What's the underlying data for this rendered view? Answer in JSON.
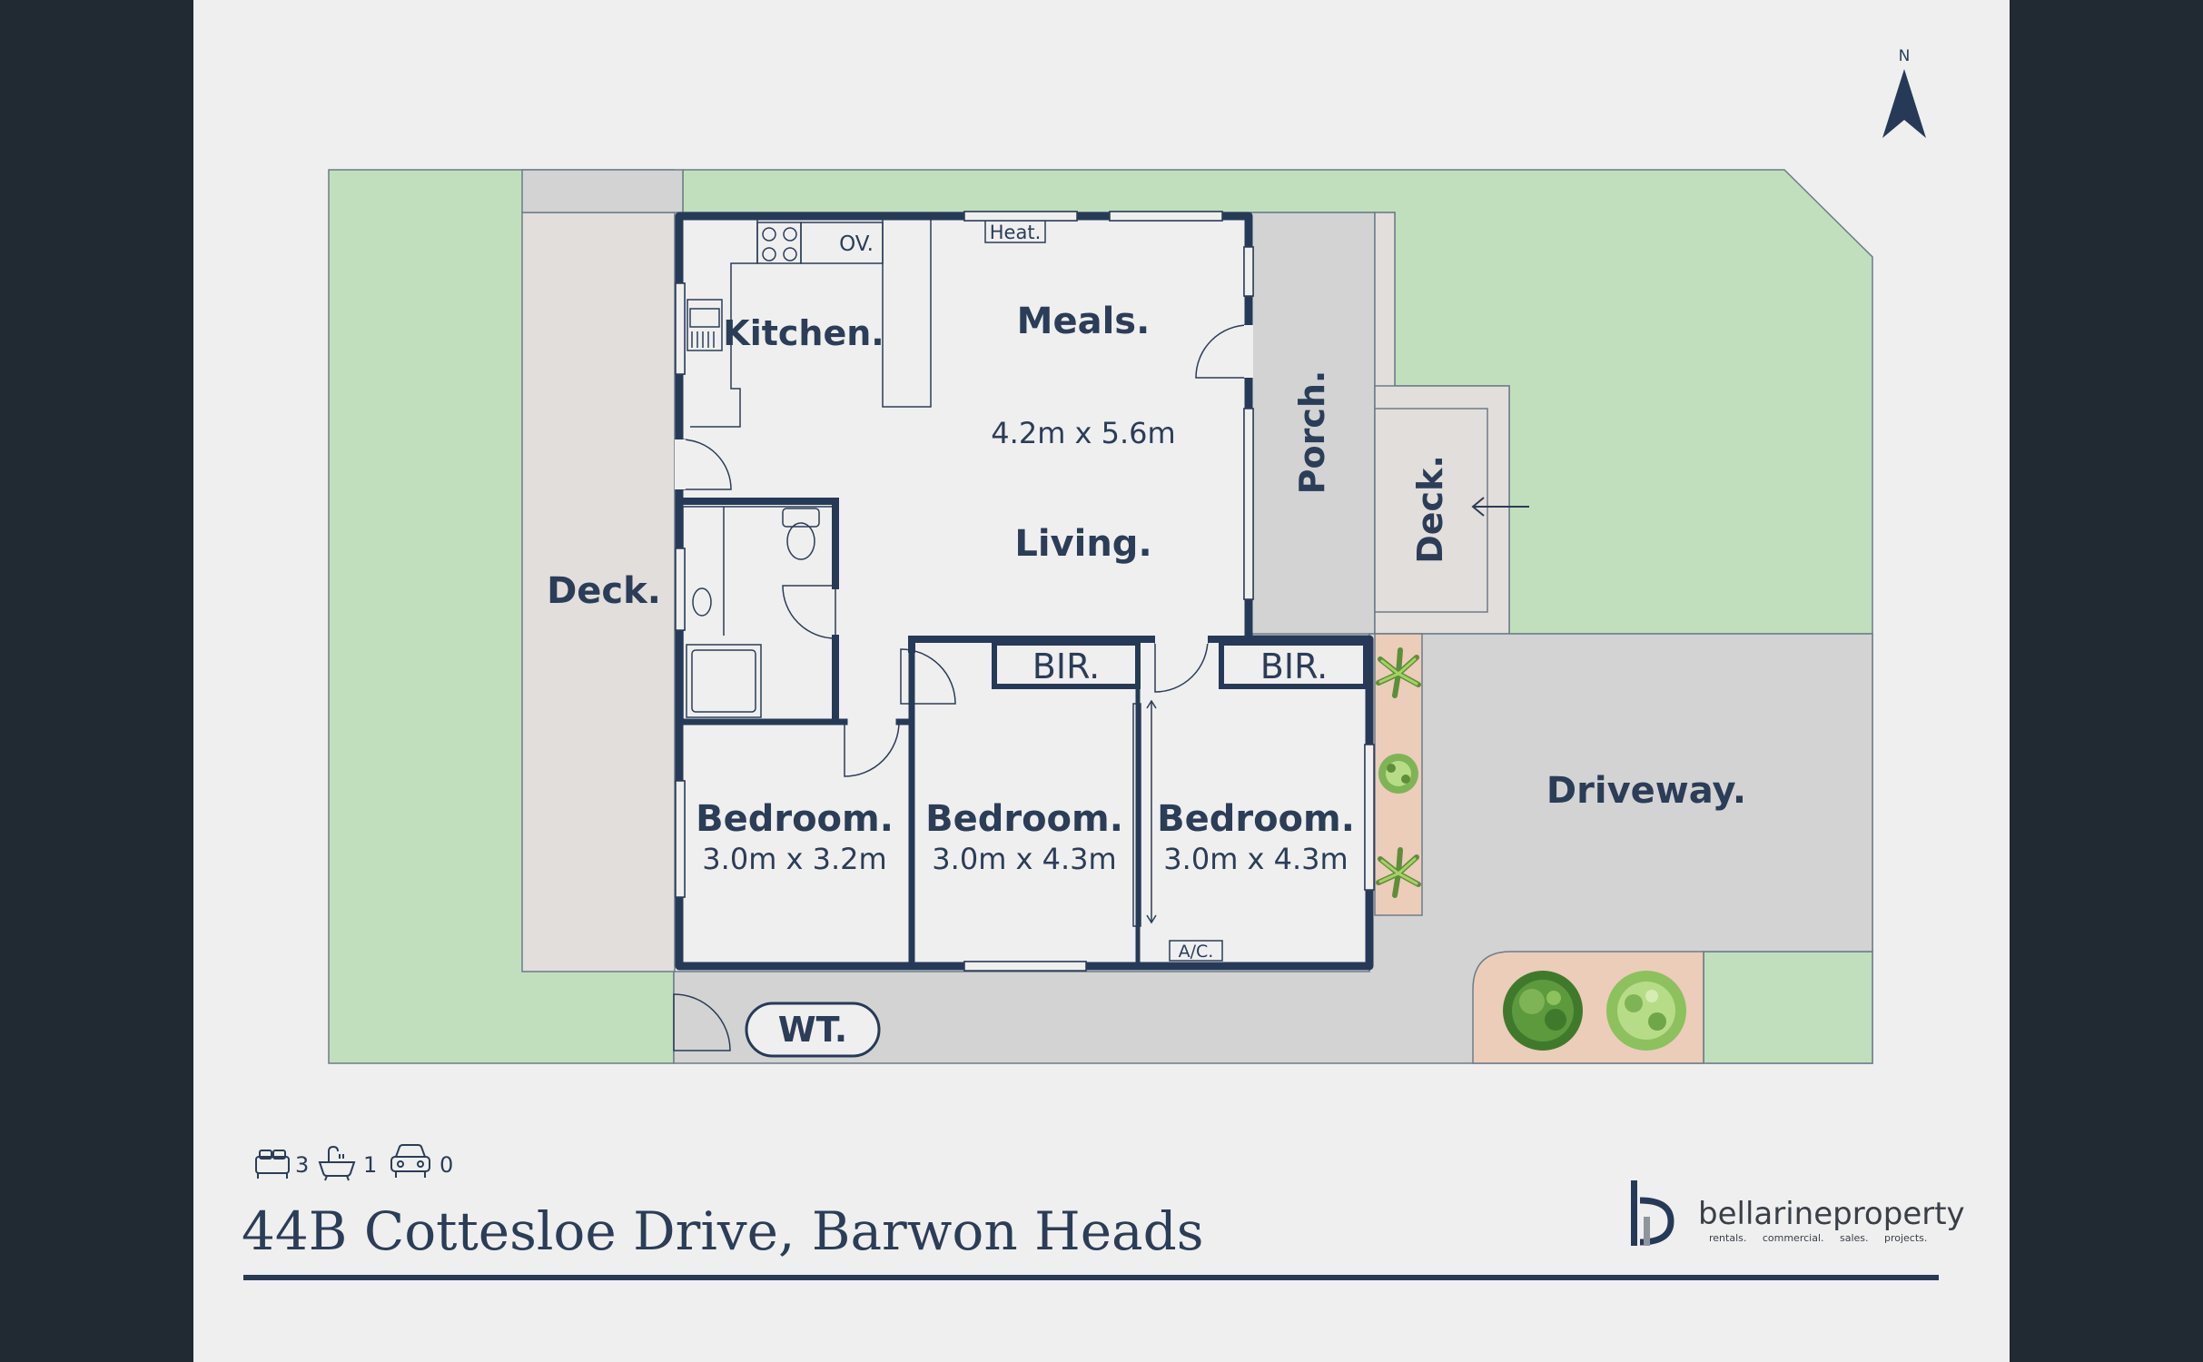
{
  "compass": {
    "label": "N"
  },
  "rooms": {
    "kitchen": {
      "label": "Kitchen."
    },
    "oven": {
      "label": "OV."
    },
    "heater": {
      "label": "Heat."
    },
    "meals": {
      "label": "Meals.",
      "dimensions": "4.2m x 5.6m"
    },
    "living": {
      "label": "Living."
    },
    "porch": {
      "label": "Porch."
    },
    "deck_east": {
      "label": "Deck."
    },
    "deck_west": {
      "label": "Deck."
    },
    "bir_1": {
      "label": "BIR."
    },
    "bir_2": {
      "label": "BIR."
    },
    "bedroom_1": {
      "label": "Bedroom.",
      "dimensions": "3.0m x 3.2m"
    },
    "bedroom_2": {
      "label": "Bedroom.",
      "dimensions": "3.0m x 4.3m"
    },
    "bedroom_3": {
      "label": "Bedroom.",
      "dimensions": "3.0m x 4.3m"
    },
    "aircon": {
      "label": "A/C."
    },
    "driveway": {
      "label": "Driveway."
    },
    "water_tank": {
      "label": "WT."
    }
  },
  "features": {
    "bedrooms": "3",
    "bathrooms": "1",
    "car_spaces": "0"
  },
  "address": "44B Cottesloe Drive, Barwon Heads",
  "brand": {
    "name": "bellarineproperty",
    "tagline": "rentals.     commercial.     sales.     projects."
  },
  "colors": {
    "background": "#212932",
    "sheet": "#efefef",
    "lawn": "#c2dfbd",
    "deck": "#e2dedb",
    "paving": "#d3d3d3",
    "garden_bed": "#ebcdb9",
    "wall": "#263a58",
    "text": "#2b3d57"
  }
}
